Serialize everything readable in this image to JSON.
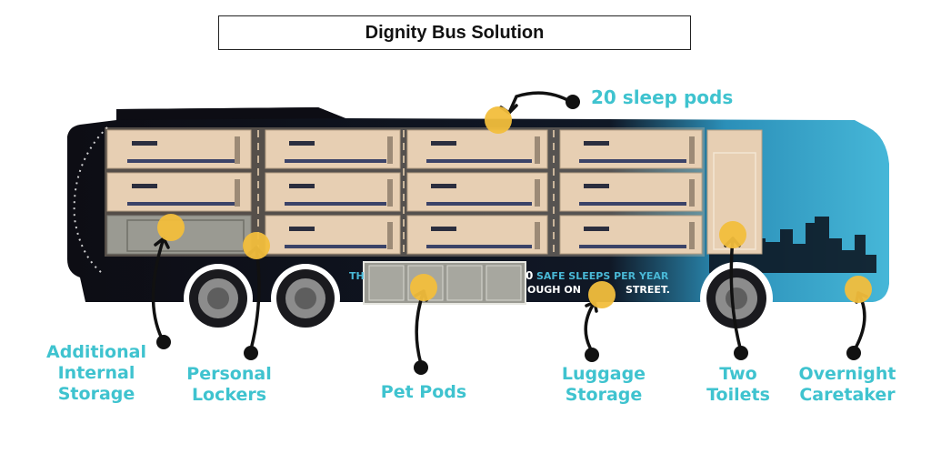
{
  "title": "Dignity Bus Solution",
  "bus_text": {
    "line1_left": "TH",
    "line1_num": "0",
    "line1_right": "SAFE SLEEPS PER YEAR",
    "line2_left": "OUGH ON",
    "line2_right": "STREET."
  },
  "callouts": {
    "sleep_pods": "20 sleep pods",
    "additional_storage": "Additional\nInternal\nStorage",
    "personal_lockers": "Personal\nLockers",
    "pet_pods": "Pet Pods",
    "luggage_storage": "Luggage\nStorage",
    "two_toilets": "Two\nToilets",
    "overnight_caretaker": "Overnight\nCaretaker"
  },
  "colors": {
    "label": "#3fc3cf",
    "pod_fill": "#e7cfb3",
    "marker": "#f2be3c",
    "bus_dark": "#0d0d14",
    "bus_blue": "#2d9dc4",
    "storage_gray": "#9a9a92"
  }
}
